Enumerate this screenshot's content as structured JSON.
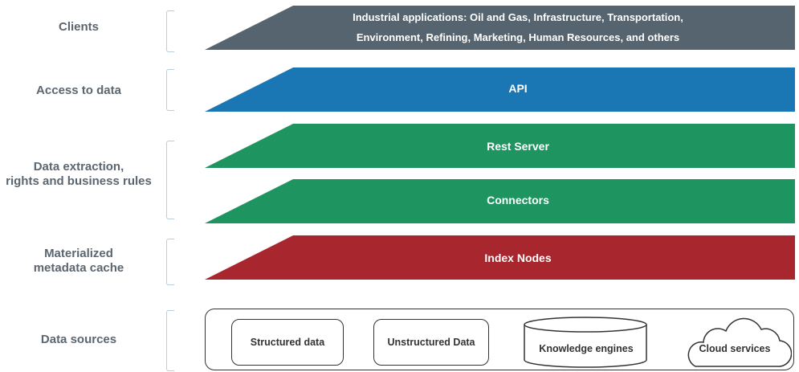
{
  "tiers": [
    {
      "label": "Clients"
    },
    {
      "label": "Access to data"
    },
    {
      "label": "Data extraction,\nrights and business rules"
    },
    {
      "label": "Materialized\nmetadata cache"
    },
    {
      "label": "Data sources"
    }
  ],
  "layers": [
    {
      "lines": [
        "Industrial applications: Oil and Gas, Infrastructure, Transportation,",
        "Environment, Refining, Marketing, Human Resources, and others"
      ],
      "color": "#55646e"
    },
    {
      "text": "API",
      "color": "#1b76b4"
    },
    {
      "text": "Rest Server",
      "color": "#1e9560"
    },
    {
      "text": "Connectors",
      "color": "#1e9560"
    },
    {
      "text": "Index Nodes",
      "color": "#a8262e"
    }
  ],
  "sources": [
    {
      "label": "Structured data",
      "icon": "rounded-rectangle"
    },
    {
      "label": "Unstructured Data",
      "icon": "rounded-rectangle"
    },
    {
      "label": "Knowledge engines",
      "icon": "database-cylinder"
    },
    {
      "label": "Cloud services",
      "icon": "cloud"
    }
  ]
}
